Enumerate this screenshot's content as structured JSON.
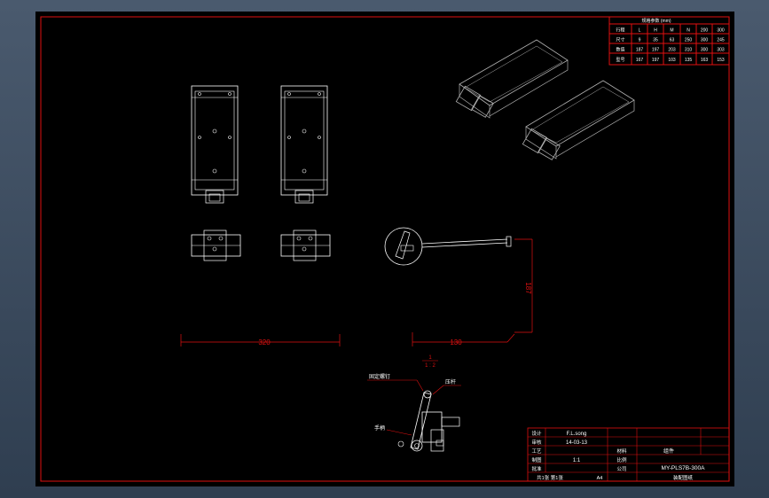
{
  "drawing": {
    "dims": {
      "width_label": "320",
      "offset_label": "130",
      "height_label": "187"
    },
    "detail": {
      "label_number": "1",
      "label_scale": "1 : 2",
      "callout_left_top": "固定螺钉",
      "callout_right": "压杆",
      "callout_left_bottom": "手柄"
    },
    "spec_table": {
      "title": "规格参数 (mm)",
      "rows": [
        [
          "行程",
          "L",
          "H",
          "M",
          "N",
          "200",
          "300"
        ],
        [
          "尺寸",
          "9",
          "35",
          "63",
          "250",
          "300",
          "245"
        ],
        [
          "数值",
          "187",
          "197",
          "203",
          "310",
          "300",
          "303"
        ],
        [
          "型号",
          "167",
          "197",
          "103",
          "135",
          "163",
          "153"
        ]
      ]
    },
    "title_block": {
      "designer": "F.L.song",
      "date": "14-03-13",
      "qty": "1:1",
      "part_name": "组件",
      "part_code": "MY-PLS7B-300A",
      "sheet_size": "A4",
      "label_design": "设计",
      "label_check": "审核",
      "label_process": "工艺",
      "label_material": "材料",
      "label_scale": "比例",
      "label_company": "公司",
      "label_approve": "批准",
      "label_drawn": "制图",
      "footer_left": "共1张  第1张",
      "footer_right": "装配图纸"
    }
  }
}
